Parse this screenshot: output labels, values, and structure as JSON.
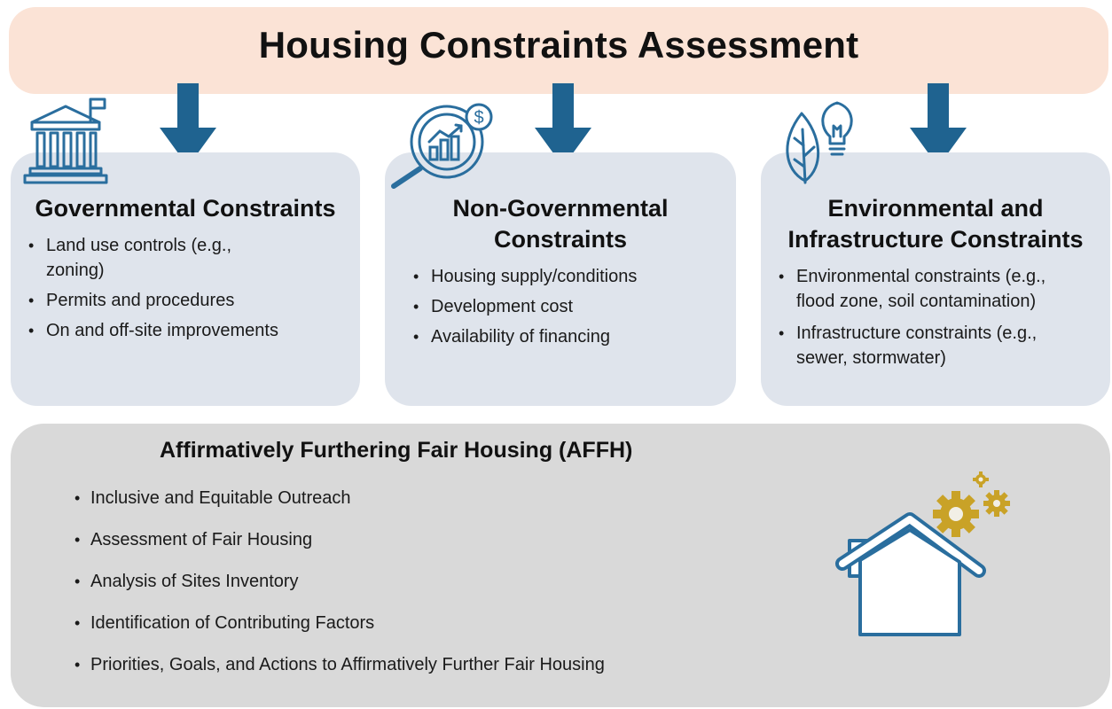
{
  "title": "Housing Constraints Assessment",
  "cards": [
    {
      "title_line1": "Governmental Constraints",
      "items": [
        "Land use controls (e.g., zoning)",
        "Permits and procedures",
        "On and off-site improvements"
      ]
    },
    {
      "title_line1": "Non-Governmental",
      "title_line2": "Constraints",
      "items": [
        "Housing supply/conditions",
        "Development cost",
        "Availability of financing"
      ]
    },
    {
      "title_line1": "Environmental and",
      "title_line2": "Infrastructure Constraints",
      "items": [
        "Environmental constraints (e.g., flood zone, soil contamination)",
        "Infrastructure constraints (e.g., sewer, stormwater)"
      ]
    }
  ],
  "icon_gov": "government-building-icon",
  "icon_dollar_symbol": "$",
  "icon_nongov": "magnifier-chart-dollar-icon",
  "icon_env": "leaf-lightbulb-icon",
  "icon_house": "house-gears-icon",
  "afh": {
    "title": "Affirmatively Furthering Fair Housing (AFFH)",
    "items": [
      "Inclusive and Equitable Outreach",
      "Assessment of Fair Housing",
      "Analysis of Sites Inventory",
      "Identification of Contributing Factors",
      "Priorities, Goals, and Actions to Affirmatively Further Fair Housing"
    ]
  },
  "colors": {
    "banner": "#fbe3d6",
    "card": "#dfe4ec",
    "afh_panel": "#d9d9d9",
    "arrow": "#1f6390",
    "icon_stroke": "#2a6e9e",
    "gear": "#c9a227"
  }
}
